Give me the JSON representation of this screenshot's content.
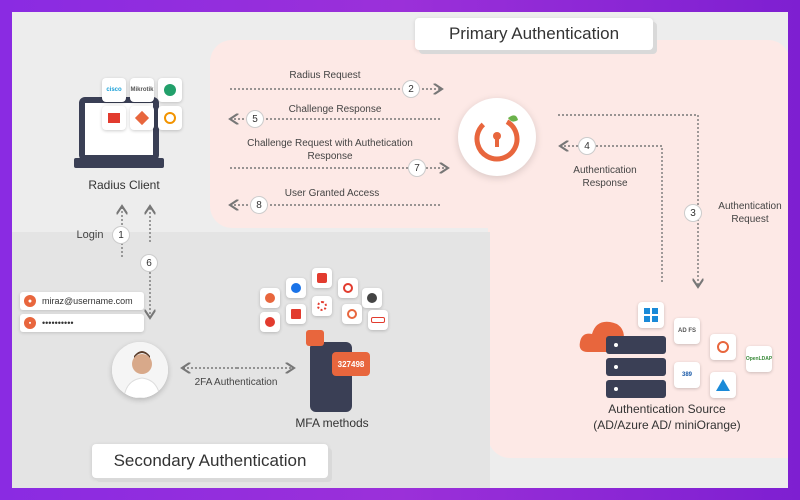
{
  "titles": {
    "primary": "Primary Authentication",
    "secondary": "Secondary Authentication"
  },
  "radius_client": {
    "label": "Radius Client",
    "vendor_logos": [
      "cisco-logo",
      "mikrotik-logo",
      "aruba-logo",
      "fortinet-logo",
      "checkpoint-logo",
      "sonicwall-logo"
    ],
    "vendor_texts": [
      "Mikrotik"
    ]
  },
  "flows": {
    "step1": {
      "num": "1",
      "label": "Login"
    },
    "step2": {
      "num": "2",
      "label": "Radius Request"
    },
    "step3": {
      "num": "3",
      "label": "Authentication Request"
    },
    "step4": {
      "num": "4",
      "label": "Authentication Response"
    },
    "step5": {
      "num": "5",
      "label": "Challenge Response"
    },
    "step6": {
      "num": "6"
    },
    "step7": {
      "num": "7",
      "label": "Challenge Request with Authetication Response"
    },
    "step8": {
      "num": "8",
      "label": "User Granted Access"
    },
    "twofa": {
      "label": "2FA Authentication"
    }
  },
  "login_form": {
    "username": "miraz@username.com",
    "password": "••••••••••"
  },
  "mfa": {
    "label": "MFA methods",
    "otp": "327498",
    "icons": [
      "phone-icon",
      "lock-icon",
      "list-icon",
      "fingerprint-icon",
      "clock-icon",
      "mail-icon",
      "network-icon",
      "miniorange-icon",
      "password-icon",
      "authy-icon"
    ]
  },
  "auth_source": {
    "label_line1": "Authentication Source",
    "label_line2": "(AD/Azure AD/ miniOrange)",
    "tiles": [
      "windows-logo",
      "adfs-logo",
      "miniorange-logo",
      "389-logo",
      "azure-logo",
      "openldap-logo"
    ],
    "tile_texts": [
      "AD FS",
      "389",
      "OpenLDAP"
    ]
  },
  "colors": {
    "accent": "#e8663d",
    "pink_panel": "#fde9e6",
    "purple_border": "#8a2be2"
  }
}
